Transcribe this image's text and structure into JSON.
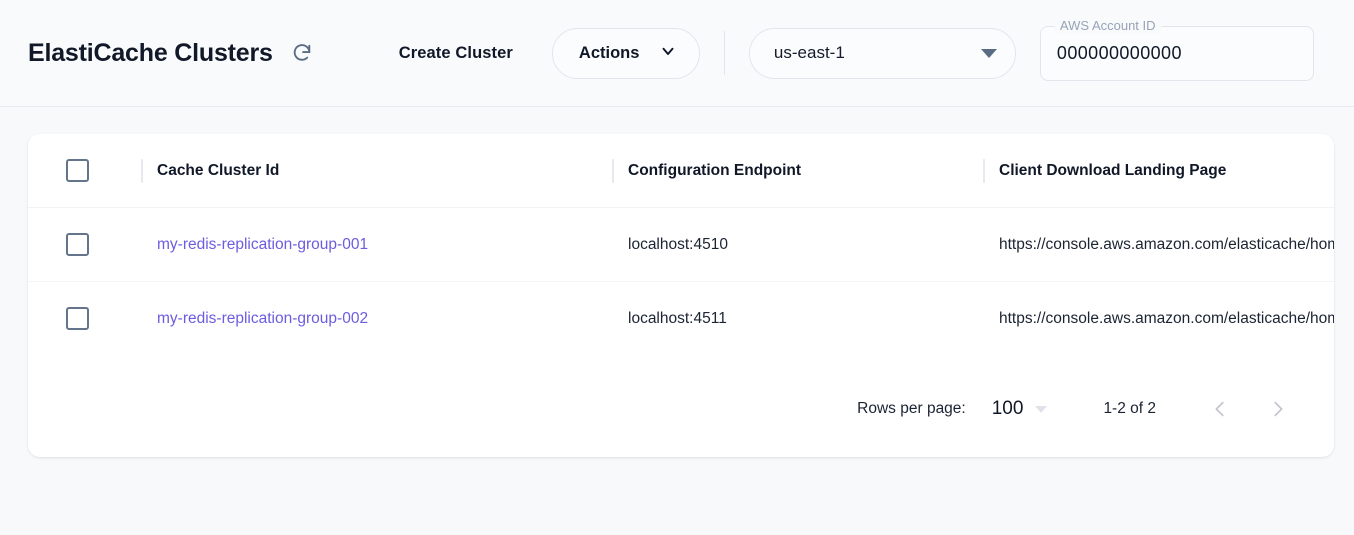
{
  "header": {
    "title": "ElastiCache Clusters",
    "refresh_icon": "refresh-icon",
    "create_cluster_label": "Create Cluster",
    "actions_label": "Actions",
    "actions_caret_icon": "chevron-down-icon",
    "region": {
      "value": "us-east-1",
      "caret_icon": "caret-down-icon"
    },
    "account": {
      "legend": "AWS Account ID",
      "value": "000000000000"
    }
  },
  "table": {
    "columns": [
      "Cache Cluster Id",
      "Configuration Endpoint",
      "Client Download Landing Page"
    ],
    "rows": [
      {
        "cluster_id": "my-redis-replication-group-001",
        "endpoint": "localhost:4510",
        "landing_page": "https://console.aws.amazon.com/elasticache/home"
      },
      {
        "cluster_id": "my-redis-replication-group-002",
        "endpoint": "localhost:4511",
        "landing_page": "https://console.aws.amazon.com/elasticache/home"
      }
    ]
  },
  "pagination": {
    "rows_per_page_label": "Rows per page:",
    "rows_per_page_value": "100",
    "range_label": "1-2 of 2",
    "prev_icon": "chevron-left-icon",
    "next_icon": "chevron-right-icon"
  },
  "colors": {
    "link": "#6c5ce0",
    "page_background": "#f7f9fb",
    "card_background": "#ffffff",
    "checkbox_border": "#64748b"
  }
}
